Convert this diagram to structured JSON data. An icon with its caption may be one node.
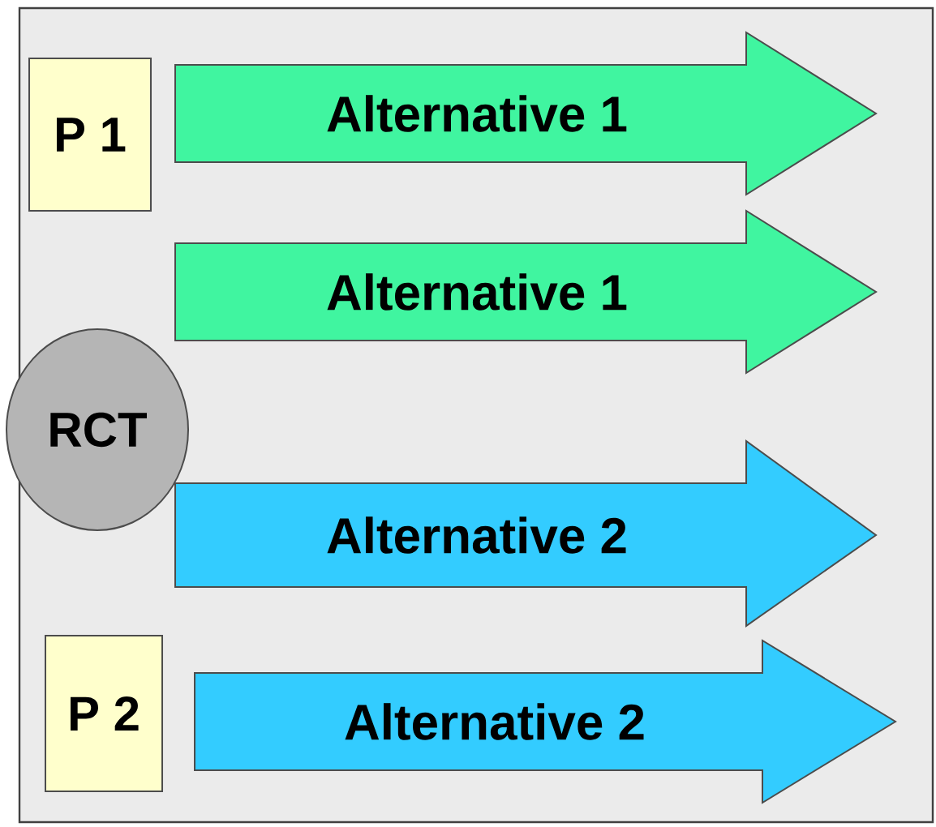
{
  "diagram": {
    "nodes": [
      {
        "text": [
          "P 1"
        ]
      },
      {
        "text": [
          "Alternative 1"
        ]
      },
      {
        "text": [
          "Alternative 1"
        ]
      },
      {
        "text": [
          "RCT"
        ]
      },
      {
        "text": [
          "Alternative 2"
        ]
      },
      {
        "text": [
          "P 2"
        ]
      },
      {
        "text": [
          "Alternative 2"
        ]
      }
    ]
  }
}
